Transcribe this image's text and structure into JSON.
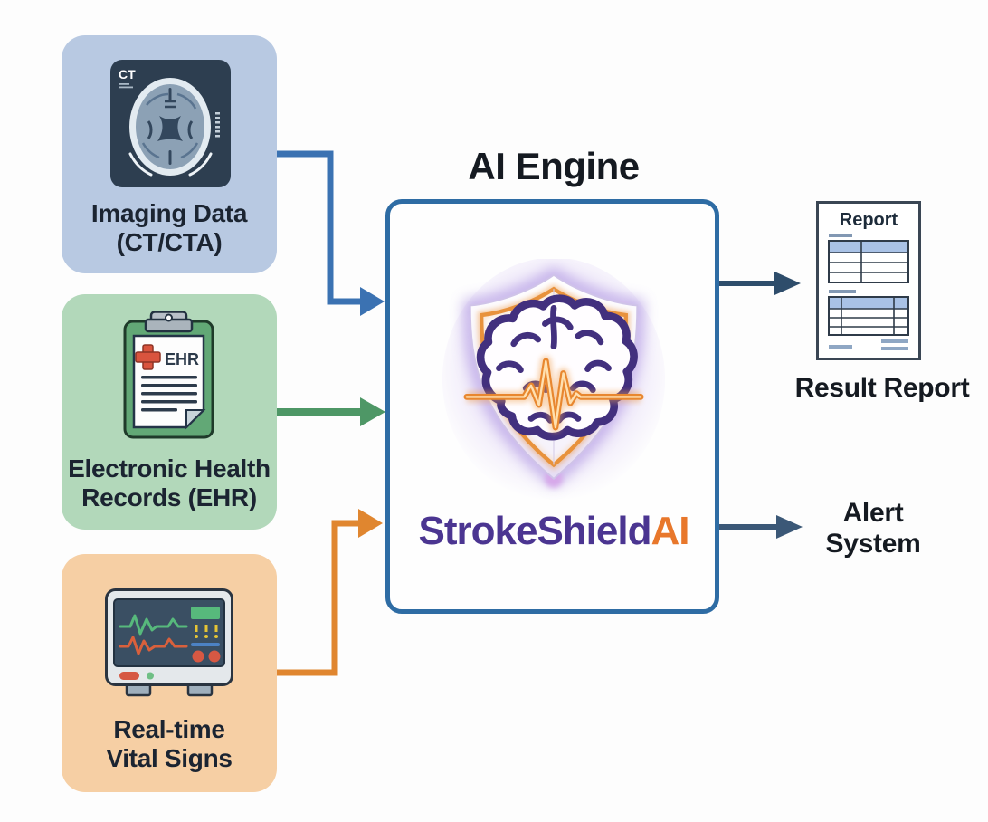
{
  "diagram": {
    "engine": {
      "title": "AI Engine",
      "brand_primary": "StrokeShield",
      "brand_accent": "AI"
    },
    "inputs": [
      {
        "id": "imaging",
        "line1": "Imaging Data",
        "line2": "(CT/CTA)",
        "icon": "ct-scan-icon",
        "icon_label": "CT",
        "bg": "#b8c9e2",
        "arrow_color": "#3b72b2"
      },
      {
        "id": "ehr",
        "line1": "Electronic Health",
        "line2": "Records (EHR)",
        "icon": "ehr-clipboard-icon",
        "icon_label": "EHR",
        "bg": "#b2d8ba",
        "arrow_color": "#4e9766"
      },
      {
        "id": "vitals",
        "line1": "Real-time",
        "line2": "Vital Signs",
        "icon": "vitals-monitor-icon",
        "bg": "#f6cfa4",
        "arrow_color": "#e0862f"
      }
    ],
    "outputs": {
      "report": {
        "label": "Result Report",
        "doc_title": "Report",
        "arrow_color": "#2e4d6b"
      },
      "alert": {
        "line1": "Alert",
        "line2": "System",
        "arrow_color": "#3b5877"
      }
    },
    "colors": {
      "engine_border": "#2e6ca4",
      "brand_primary": "#4b3591",
      "brand_accent": "#e8772b",
      "shield_glow": "#a98ee0",
      "brain_outline": "#42307e",
      "ecg_line": "#e8872f"
    }
  }
}
